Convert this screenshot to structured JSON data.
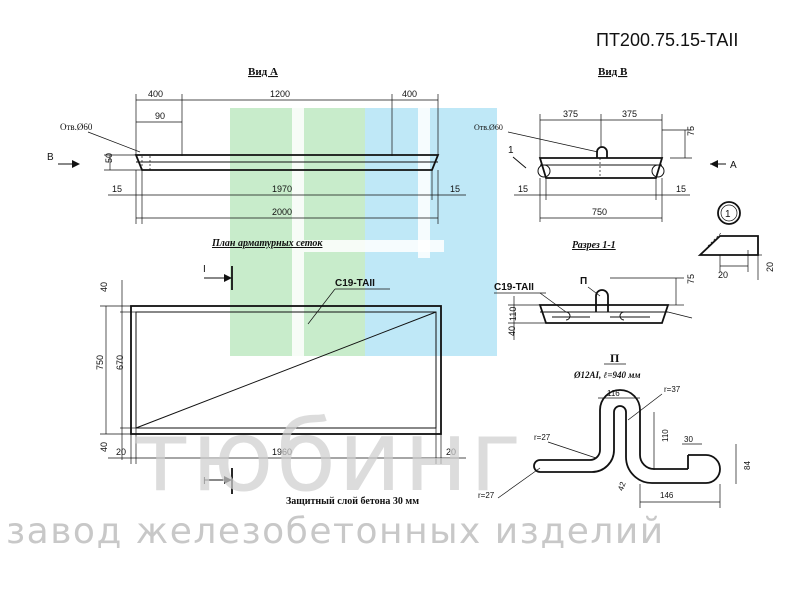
{
  "title": "ПТ200.75.15-ТАII",
  "view_a": {
    "label": "Вид А",
    "dim_left": "400",
    "dim_mid": "1200",
    "dim_right": "400",
    "dim_90": "90",
    "hole": "Отв.Ø60",
    "dim_height": "50",
    "dim_15_left": "15",
    "dim_1970": "1970",
    "dim_15_right": "15",
    "dim_2000": "2000",
    "arrow_label": "В"
  },
  "view_b": {
    "label": "Вид В",
    "dim_375_left": "375",
    "dim_375_right": "375",
    "hole": "Отв.Ø60",
    "dim_75": "75",
    "dim_15_left": "15",
    "dim_15_right": "15",
    "dim_750": "750",
    "arrow_label": "А",
    "section_mark": "1"
  },
  "detail_1": {
    "mark": "1",
    "dim_20_a": "20",
    "dim_20_b": "20"
  },
  "plan": {
    "label": "План арматурных сеток",
    "mesh_label": "С19-ТАII",
    "dim_40_top": "40",
    "dim_750": "750",
    "dim_670": "670",
    "dim_40_bottom": "40",
    "dim_20_left": "20",
    "dim_1960": "1960",
    "dim_20_right": "20",
    "cut_mark_top": "I",
    "cut_mark_bottom": "I",
    "note": "Защитный слой бетона 30 мм"
  },
  "section": {
    "label": "Разрез 1-1",
    "mesh_label": "С19-ТАII",
    "loop_label": "П",
    "dim_75": "75",
    "dim_110": "110",
    "dim_40": "40"
  },
  "loop": {
    "title": "П",
    "spec": "Ø12АI, ℓ=940 мм",
    "dim_116": "116",
    "r37": "r=37",
    "r27_top": "r=27",
    "r27_bottom": "r=27",
    "dim_110": "110",
    "dim_30": "30",
    "dim_84": "84",
    "dim_42": "42",
    "dim_146": "146"
  },
  "watermark": {
    "brand": "тюбинг",
    "tagline": "завод железобетонных изделий",
    "colors": {
      "green": "#c8eccb",
      "blue": "#bfe8f7",
      "gray": "#d4d4d4"
    }
  }
}
